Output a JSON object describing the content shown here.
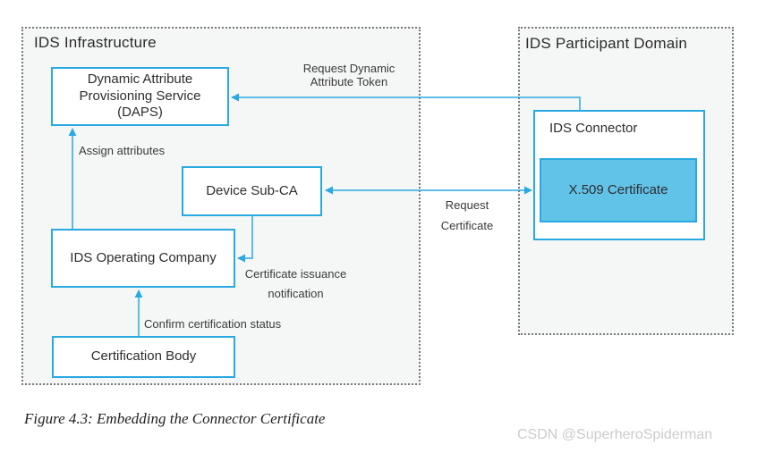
{
  "colors": {
    "accent_blue": "#29a9e1",
    "certificate_fill": "#62c3e9",
    "panel_fill": "#f5f6f6",
    "panel_border": "#7a7a7a",
    "node_text": "#2d2d2d",
    "edge_label_text": "#3a3a3a",
    "watermark_text": "#cccccc"
  },
  "panels": {
    "infrastructure": {
      "title": "IDS Infrastructure"
    },
    "participant": {
      "title": "IDS Participant Domain"
    }
  },
  "nodes": {
    "daps": {
      "label": "Dynamic Attribute\nProvisioning Service\n(DAPS)"
    },
    "device_sub_ca": {
      "label": "Device Sub-CA"
    },
    "ids_operating_company": {
      "label": "IDS Operating Company"
    },
    "certification_body": {
      "label": "Certification Body"
    },
    "ids_connector": {
      "label": "IDS Connector"
    },
    "x509_certificate": {
      "label": "X.509 Certificate"
    }
  },
  "edges": {
    "request_dynamic_attribute_token": {
      "label": "Request Dynamic\nAttribute Token",
      "from": "ids_connector",
      "to": "daps",
      "bidirectional": false
    },
    "assign_attributes": {
      "label": "Assign attributes",
      "from": "ids_operating_company",
      "to": "daps",
      "bidirectional": false
    },
    "request_certificate": {
      "label": "Request\nCertificate",
      "from": "device_sub_ca",
      "to": "x509_certificate",
      "bidirectional": true
    },
    "certificate_issuance_notification": {
      "label": "Certificate issuance\nnotification",
      "from": "device_sub_ca",
      "to": "ids_operating_company",
      "bidirectional": false
    },
    "confirm_certification_status": {
      "label": "Confirm certification status",
      "from": "certification_body",
      "to": "ids_operating_company",
      "bidirectional": false
    }
  },
  "caption": "Figure 4.3: Embedding the Connector Certificate",
  "watermark": "CSDN @SuperheroSpiderman"
}
